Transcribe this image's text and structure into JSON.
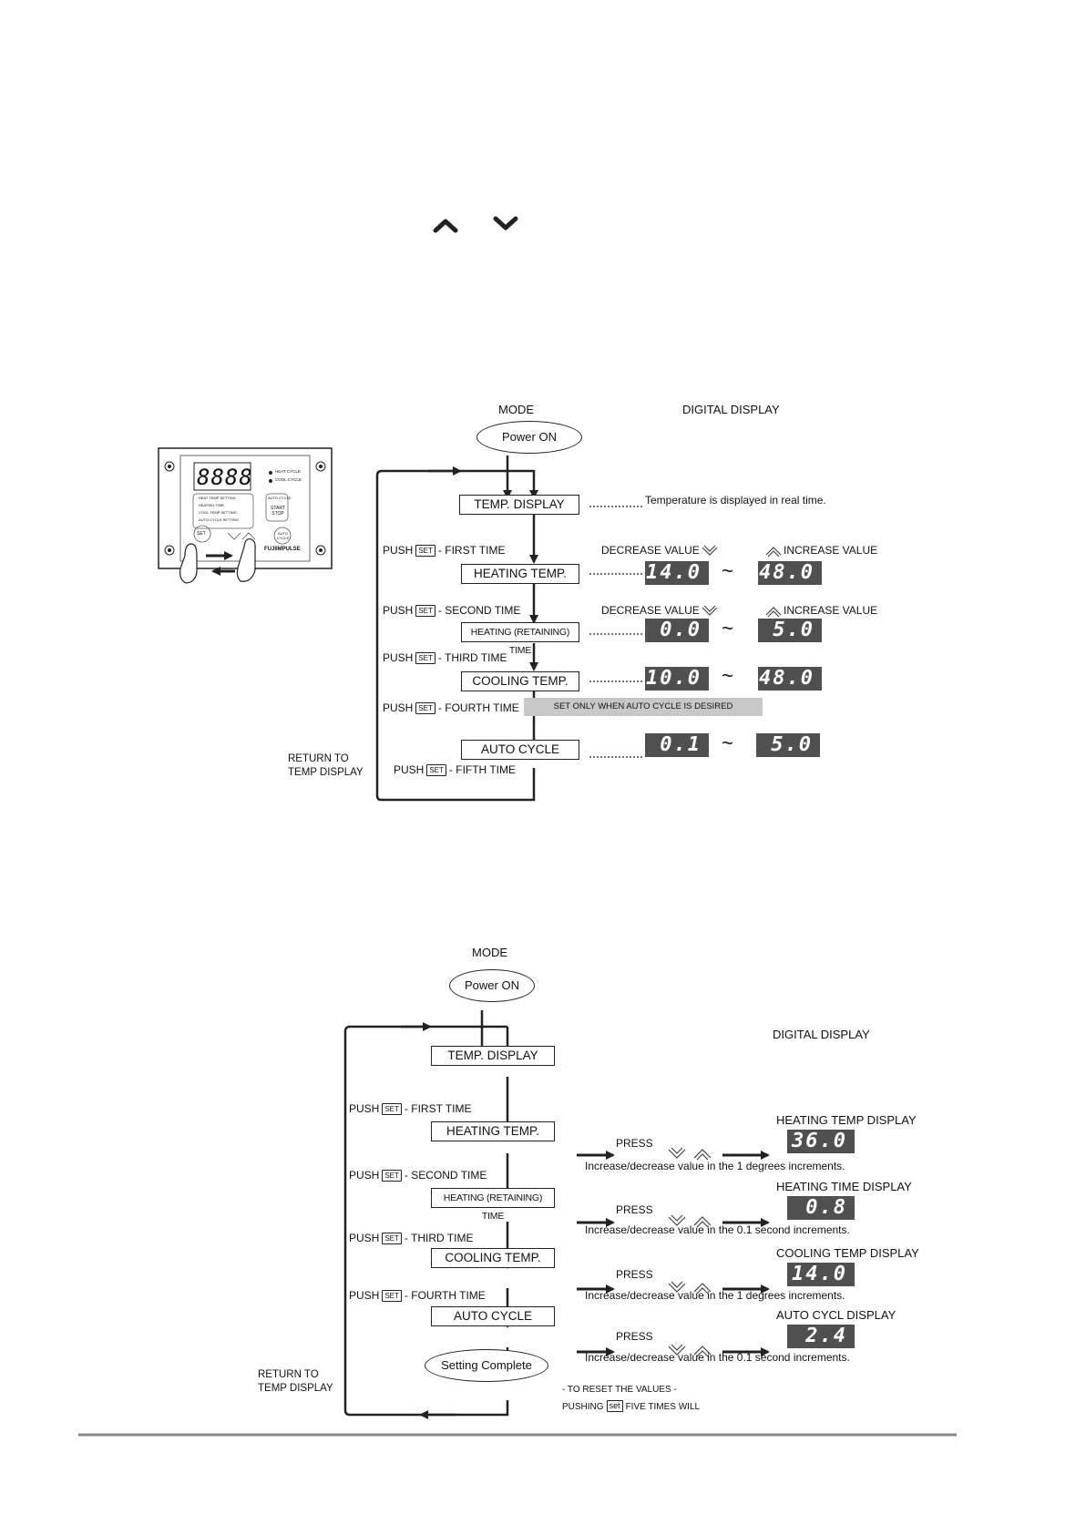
{
  "top_icons": {
    "up": "chevron-up-icon",
    "down": "chevron-down-icon"
  },
  "diagram1": {
    "mode_label": "MODE",
    "display_label": "DIGITAL DISPLAY",
    "power_on": "Power ON",
    "temp_display": "TEMP. DISPLAY",
    "realtime_note": "Temperature is displayed in real time.",
    "decrease": "DECREASE VALUE",
    "increase": "INCREASE VALUE",
    "note": "SET ONLY WHEN AUTO CYCLE IS DESIRED",
    "return_label_1": "RETURN TO",
    "return_label_2": "TEMP DISPLAY",
    "steps": [
      {
        "push": "PUSH",
        "key": "SET",
        "when": "- FIRST TIME",
        "mode": "HEATING TEMP.",
        "min": "14.0",
        "max": "48.0"
      },
      {
        "push": "PUSH",
        "key": "SET",
        "when": "- SECOND TIME",
        "mode": "HEATING (RETAINING) TIME",
        "min": "0.0",
        "max": "5.0"
      },
      {
        "push": "PUSH",
        "key": "SET",
        "when": "- THIRD TIME",
        "mode": "COOLING TEMP.",
        "min": "10.0",
        "max": "48.0"
      },
      {
        "push": "PUSH",
        "key": "SET",
        "when": "- FOURTH TIME",
        "mode": "AUTO CYCLE",
        "min": "0.1",
        "max": "5.0"
      },
      {
        "push": "PUSH",
        "key": "SET",
        "when": "- FIFTH TIME"
      }
    ],
    "tilde": "~"
  },
  "panel": {
    "display": "8888",
    "leds": [
      "HEAT CYCLE",
      "COOL CYCLE"
    ],
    "settings": [
      "HEAT TEMP SETTING",
      "HEATING TIME",
      "COOL TEMP SETTING",
      "AUTO CYCLE SETTING"
    ],
    "auto_label": "AUTO CYCLE",
    "start_stop": "START STOP",
    "set_btn": "SET",
    "auto_btn": "AUTO CYCLE",
    "brand": "FUJIIMPULSE"
  },
  "diagram2": {
    "mode_label": "MODE",
    "display_label": "DIGITAL DISPLAY",
    "power_on": "Power ON",
    "temp_display": "TEMP. DISPLAY",
    "press": "PRESS",
    "setting_complete": "Setting Complete",
    "return_label_1": "RETURN TO",
    "return_label_2": "TEMP DISPLAY",
    "reset_1": "- TO RESET THE VALUES -",
    "reset_2_pre": "PUSHING",
    "reset_key": "set",
    "reset_2_post": "FIVE TIMES WILL",
    "steps": [
      {
        "push": "PUSH",
        "key": "SET",
        "when": "- FIRST TIME",
        "mode": "HEATING TEMP.",
        "display_title": "HEATING TEMP DISPLAY",
        "value": "36.0",
        "desc": "Increase/decrease value in the 1 degrees increments."
      },
      {
        "push": "PUSH",
        "key": "SET",
        "when": "- SECOND TIME",
        "mode": "HEATING (RETAINING) TIME",
        "display_title": "HEATING TIME DISPLAY",
        "value": "0.8",
        "desc": "Increase/decrease value in the 0.1 second increments."
      },
      {
        "push": "PUSH",
        "key": "SET",
        "when": "- THIRD TIME",
        "mode": "COOLING TEMP.",
        "display_title": "COOLING TEMP DISPLAY",
        "value": "14.0",
        "desc": "Increase/decrease value in the 1 degrees increments."
      },
      {
        "push": "PUSH",
        "key": "SET",
        "when": "- FOURTH TIME",
        "mode": "AUTO CYCLE",
        "display_title": "AUTO CYCL DISPLAY",
        "value": "2.4",
        "desc": "Increase/decrease value in the 0.1 second increments."
      }
    ]
  }
}
